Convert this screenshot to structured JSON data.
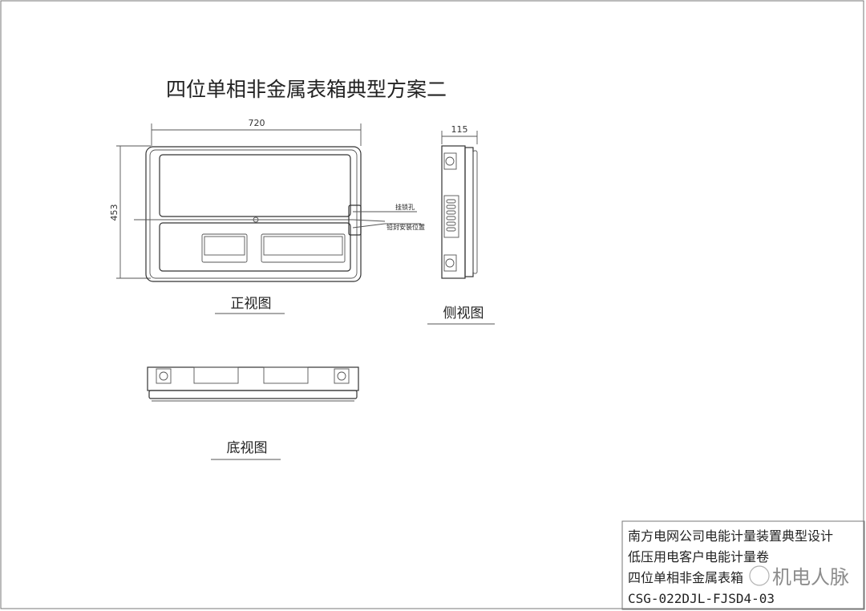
{
  "title": "四位单相非金属表箱典型方案二",
  "dimensions": {
    "width": "720",
    "height": "453",
    "depth": "115"
  },
  "callouts": {
    "lock_hole": "挂锁孔",
    "seal_position": "铅封安装位置"
  },
  "views": {
    "front": "正视图",
    "side": "侧视图",
    "bottom": "底视图"
  },
  "title_block": {
    "line1": "南方电网公司电能计量装置典型设计",
    "line2": "低压用电客户电能计量卷",
    "line3": "四位单相非金属表箱",
    "code": "CSG-022DJL-FJSD4-03"
  },
  "watermark": "机电人脉"
}
